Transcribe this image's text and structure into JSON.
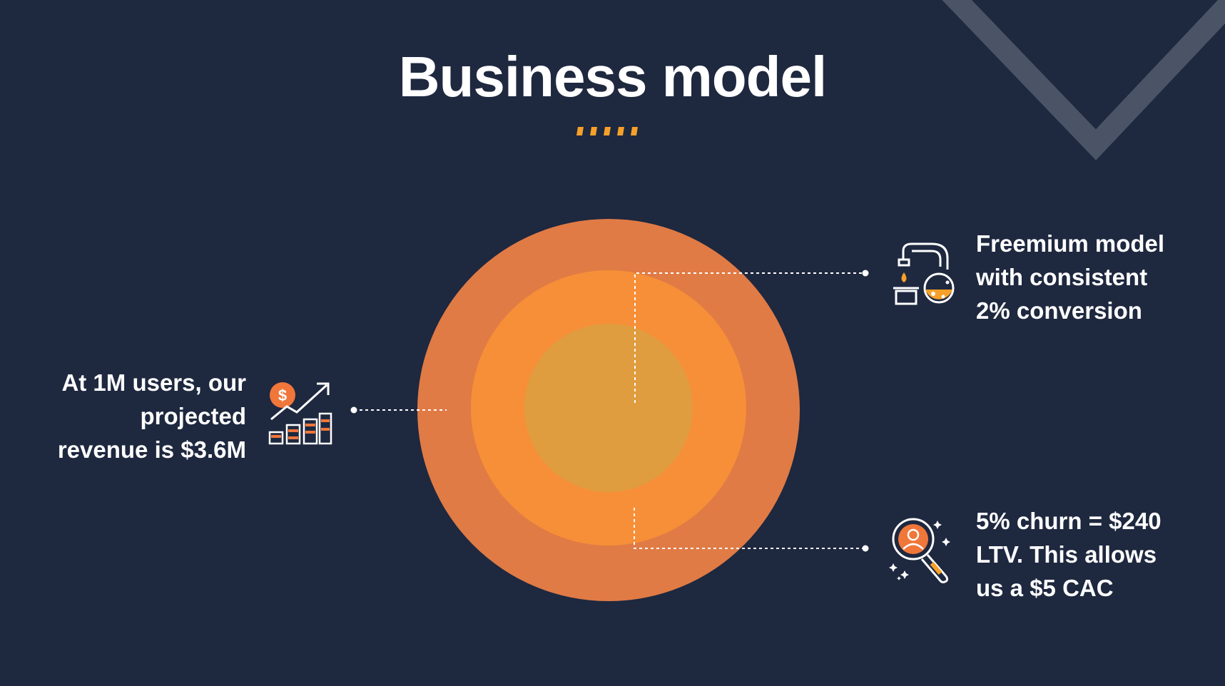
{
  "slide": {
    "title": "Business model",
    "background_color": "#1e283f",
    "accent_color": "#f6a02a"
  },
  "diagram": {
    "rings": [
      {
        "name": "outer",
        "color": "#e07b45"
      },
      {
        "name": "middle",
        "color": "#f78f38"
      },
      {
        "name": "inner",
        "color": "#df9d3f"
      }
    ]
  },
  "callouts": {
    "left": {
      "lines": [
        "At 1M users, our",
        "projected",
        "revenue is $3.6M"
      ],
      "icon": "revenue-growth-chart-icon"
    },
    "top_right": {
      "lines": [
        "Freemium model",
        "with consistent",
        "2% conversion"
      ],
      "icon": "laboratory-flask-icon"
    },
    "bottom_right": {
      "lines": [
        "5% churn = $240",
        "LTV. This allows",
        "us a $5 CAC"
      ],
      "icon": "user-search-magnifier-icon"
    }
  }
}
